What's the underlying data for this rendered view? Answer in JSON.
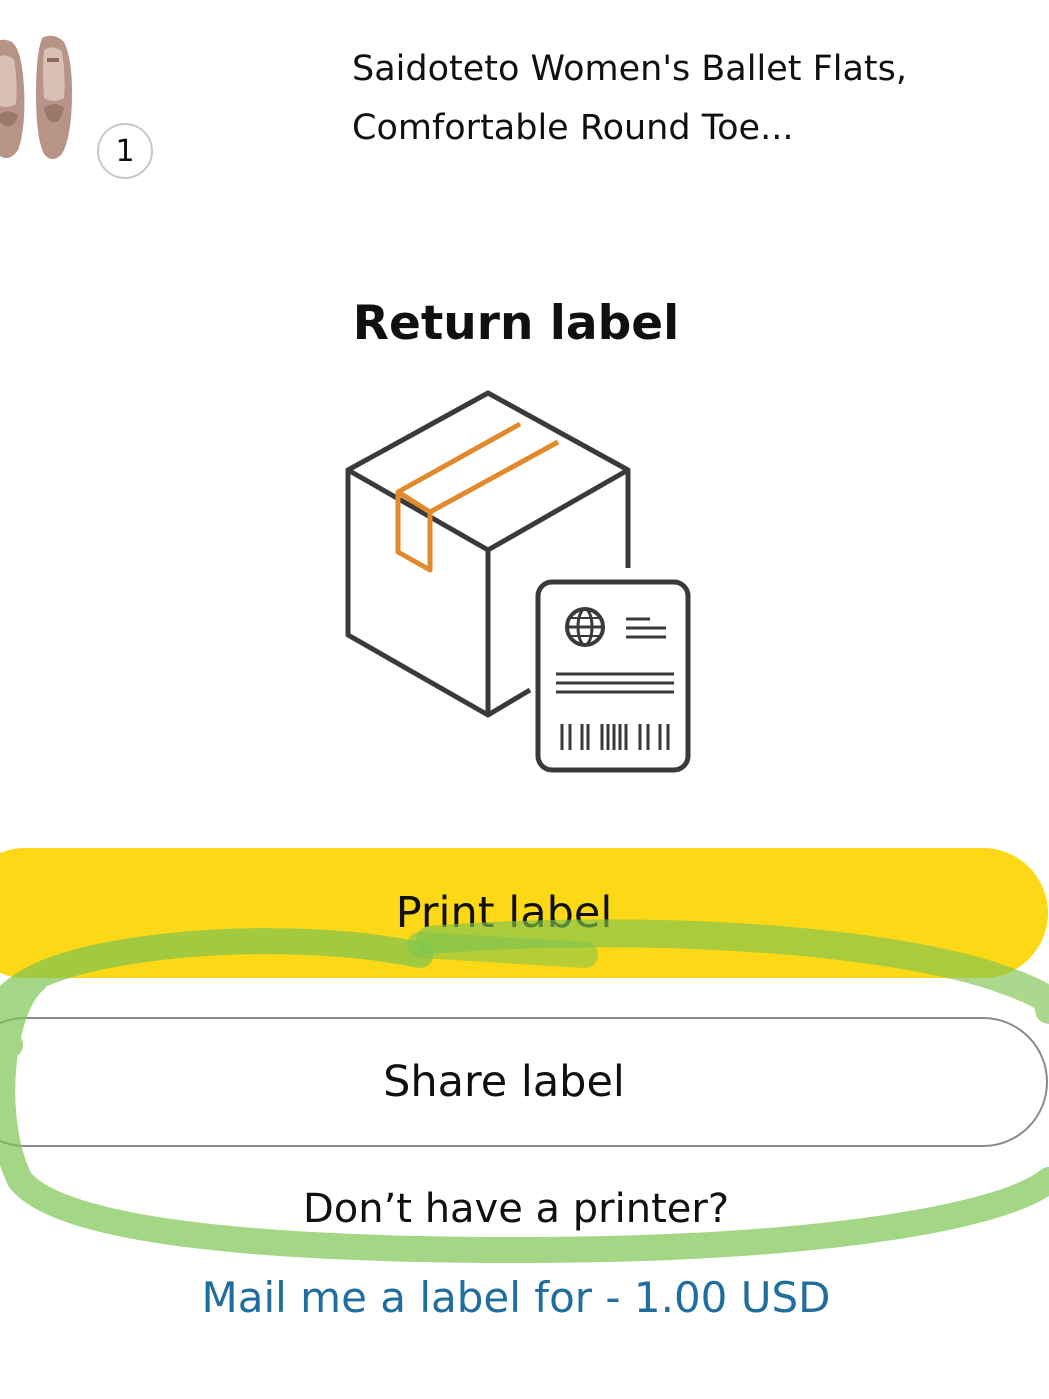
{
  "product": {
    "title_line1": "Saidoteto Women's Ballet Flats,",
    "title_line2": "Comfortable Round Toe...",
    "quantity": "1",
    "image_icon": "ballet-flats-thumbnail"
  },
  "return_label": {
    "heading": "Return label",
    "illustration_icon": "package-with-shipping-label-icon"
  },
  "actions": {
    "print_label": "Print label",
    "share_label": "Share label"
  },
  "no_printer": {
    "question": "Don’t have a printer?",
    "mail_link": "Mail me a label for - 1.00 USD"
  },
  "colors": {
    "primary_button": "#fdd816",
    "link": "#1f6e9e",
    "box_tape": "#e08a2c",
    "highlight_annotation": "#7cc451"
  }
}
